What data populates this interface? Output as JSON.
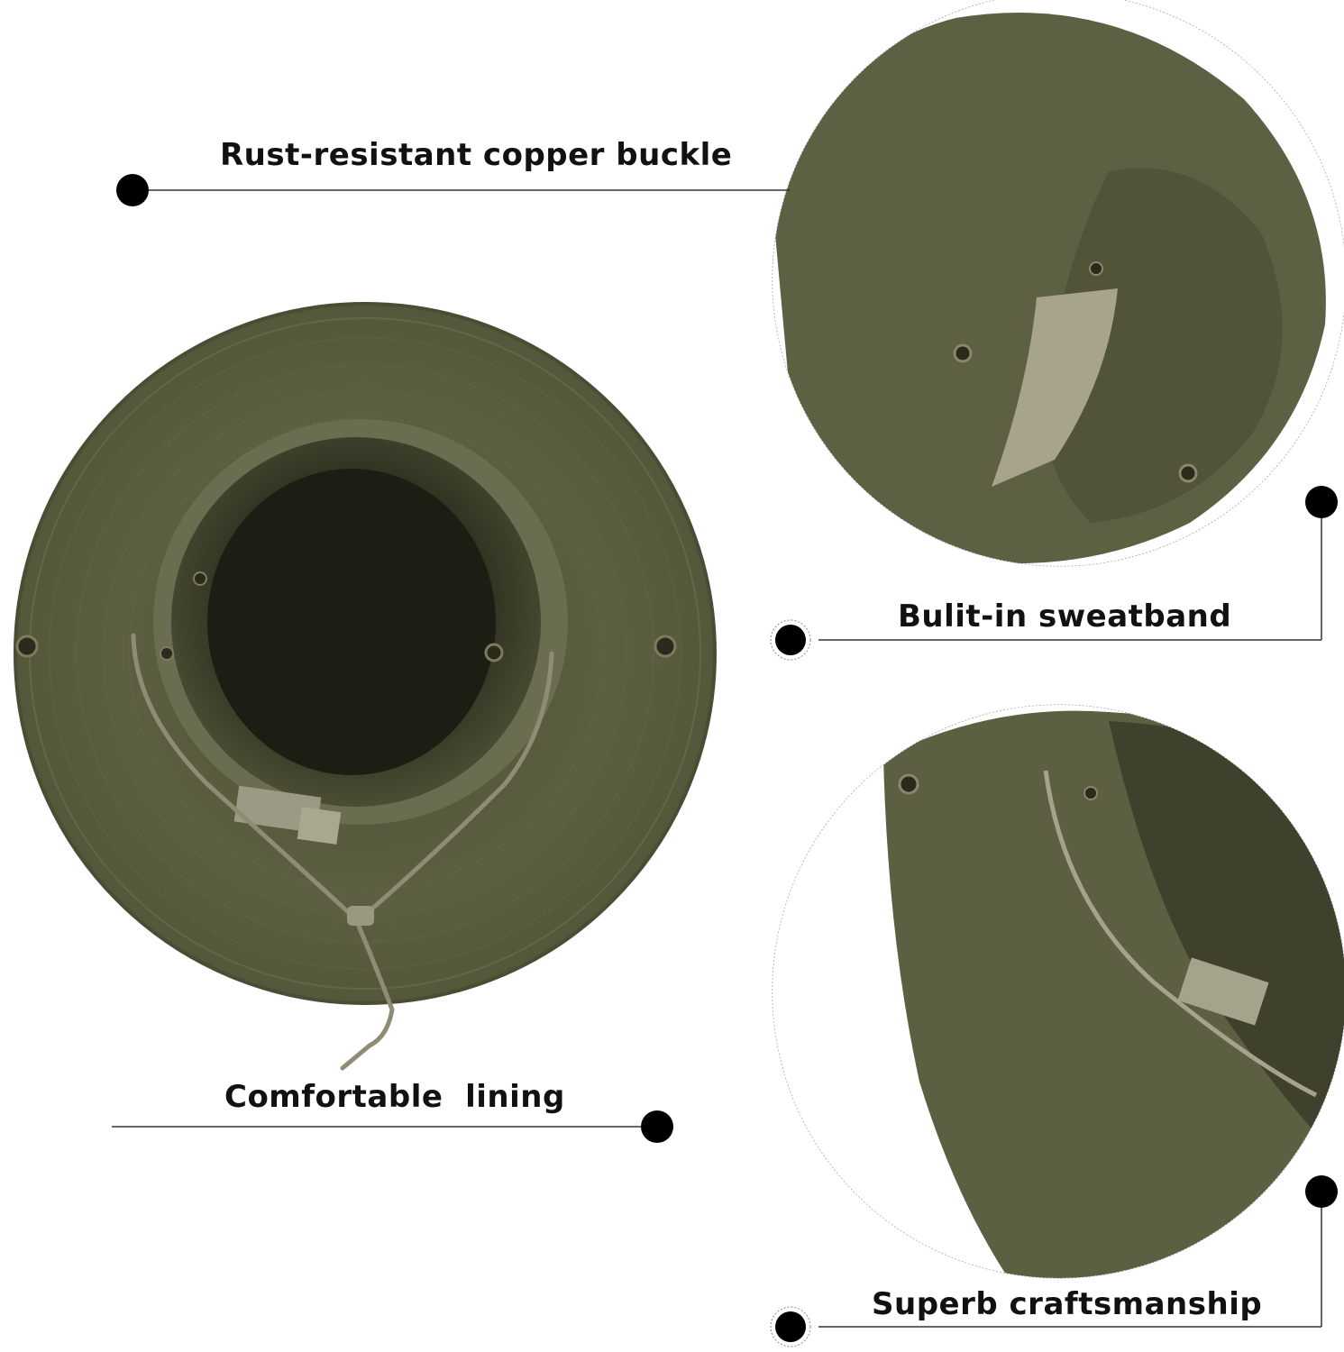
{
  "callouts": {
    "buckle": "Rust-resistant copper buckle",
    "sweatband": "Bulit-in sweatband",
    "lining": "Comfortable  lining",
    "craftsmanship": "Superb craftsmanship"
  },
  "colors": {
    "background": "#ffffff",
    "olive": "#5b5d40",
    "olive_dark": "#3d3f2b",
    "olive_light": "#6c6e4f",
    "mesh": "#a8a48c",
    "text": "#111111",
    "dot": "#000000"
  }
}
